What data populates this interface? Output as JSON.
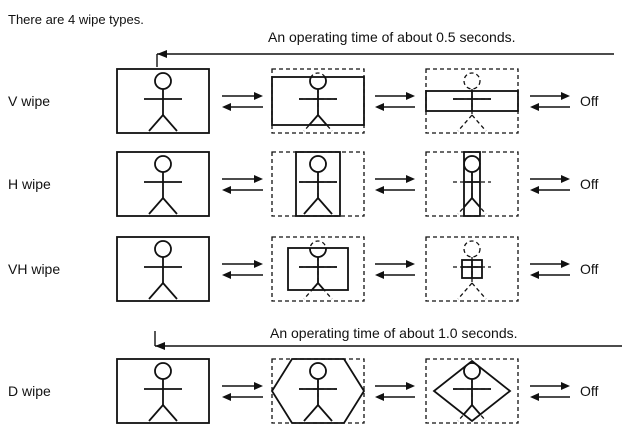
{
  "intro": "There are 4 wipe types.",
  "timing": [
    {
      "label": "An operating time of about 0.5 seconds."
    },
    {
      "label": "An operating time of about 1.0 seconds."
    }
  ],
  "rows": [
    {
      "label": "V wipe",
      "type": "v",
      "off": "Off"
    },
    {
      "label": "H wipe",
      "type": "h",
      "off": "Off"
    },
    {
      "label": "VH wipe",
      "type": "vh",
      "off": "Off"
    },
    {
      "label": "D wipe",
      "type": "d",
      "off": "Off"
    }
  ]
}
